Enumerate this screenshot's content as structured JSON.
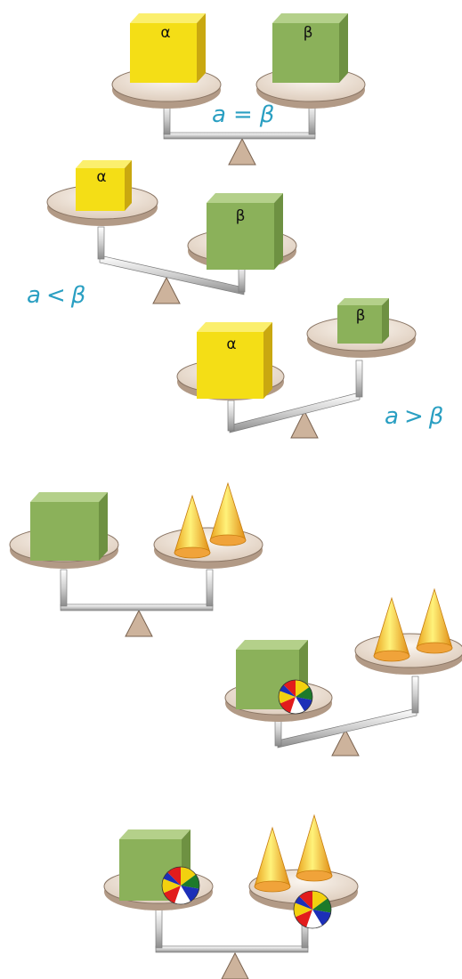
{
  "colors": {
    "relation_text": "#2a9fc2",
    "plate": "#eadfd4",
    "plate_shadow": "#b29a86",
    "beam": "#d8d8d8",
    "fulcrum": "#cdb39c",
    "cube_yellow": "#f4de16",
    "cube_green": "#8bb15a"
  },
  "scales": [
    {
      "label_alpha": "α",
      "label_beta": "β",
      "relation_parts": {
        "left": "a",
        "sign": "=",
        "right": "β"
      }
    },
    {
      "label_alpha": "α",
      "label_beta": "β",
      "relation_parts": {
        "left": "a",
        "sign": "<",
        "right": "β"
      }
    },
    {
      "label_alpha": "α",
      "label_beta": "β",
      "relation_parts": {
        "left": "a",
        "sign": ">",
        "right": "β"
      }
    },
    {
      "left_items": [
        "green-cube"
      ],
      "right_items": [
        "cone",
        "cone"
      ]
    },
    {
      "left_items": [
        "green-cube",
        "beach-ball"
      ],
      "right_items": [
        "cone",
        "cone"
      ]
    },
    {
      "left_items": [
        "green-cube",
        "beach-ball"
      ],
      "right_items": [
        "cone",
        "cone",
        "beach-ball"
      ]
    }
  ]
}
